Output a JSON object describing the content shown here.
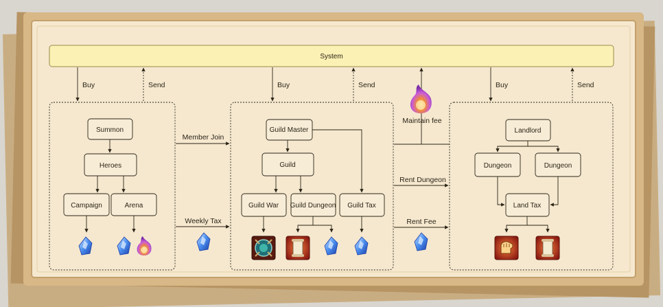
{
  "system": {
    "label": "System"
  },
  "edge_labels": {
    "buy": "Buy",
    "send": "Send",
    "member_join": "Member Join",
    "weekly_tax": "Weekly Tax",
    "maintain_fee": "Maintain fee",
    "rent_dungeon": "Rent Dungeon",
    "rent_fee": "Rent Fee"
  },
  "player": {
    "summon": "Summon",
    "heroes": "Heroes",
    "campaign": "Campaign",
    "arena": "Arena"
  },
  "guild": {
    "master": "Guild Master",
    "guild": "Guild",
    "war": "Guild War",
    "dungeon": "Guild Dungeon",
    "tax": "Guild Tax"
  },
  "landlord": {
    "landlord": "Landlord",
    "dungeon_a": "Dungeon",
    "dungeon_b": "Dungeon",
    "land_tax": "Land Tax"
  },
  "icons": {
    "crystal": "blue-crystal-icon",
    "flame": "purple-flame-icon",
    "war_emblem": "guild-war-emblem-icon",
    "scroll": "scroll-card-icon",
    "fist": "fist-card-icon"
  },
  "colors": {
    "parchment": "#f5e8cf",
    "system_bar": "#fbf1b4",
    "crystal": "#4b8ff0",
    "flame": "#b35be6",
    "card_red": "#b8321c"
  }
}
